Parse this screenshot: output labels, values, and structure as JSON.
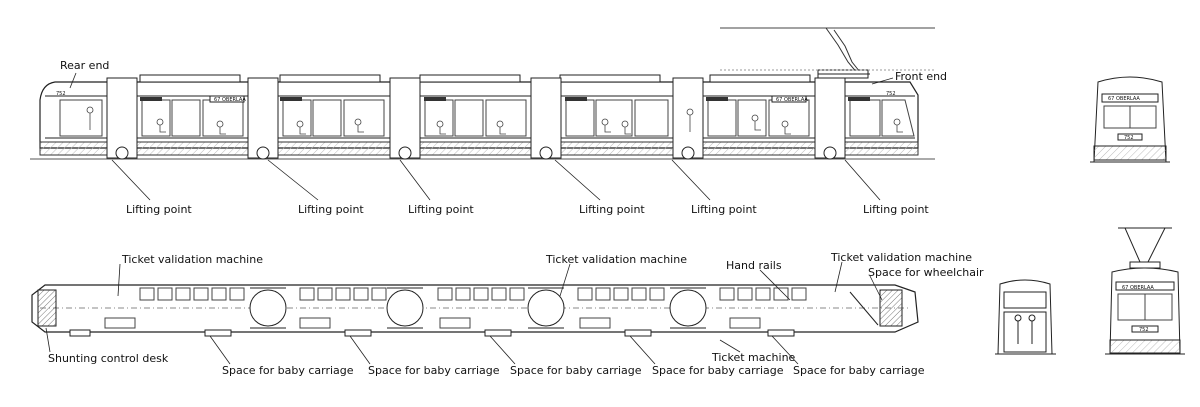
{
  "side_view": {
    "rear_label": "Rear end",
    "front_label": "Front end",
    "destination_sign": "67 OBERLAA",
    "fleet_number": "752",
    "lifting_point_label": "Lifting point"
  },
  "plan_view": {
    "labels": {
      "ticket_validation_1": "Ticket validation machine",
      "ticket_validation_2": "Ticket validation machine",
      "ticket_validation_3": "Ticket validation machine",
      "hand_rails": "Hand rails",
      "space_wheelchair": "Space for wheelchair",
      "shunting_desk": "Shunting control desk",
      "ticket_machine": "Ticket machine",
      "baby_carriage": "Space for baby carriage"
    }
  },
  "end_views": {
    "front_sign": "67 OBERLAA",
    "front_number": "752"
  }
}
